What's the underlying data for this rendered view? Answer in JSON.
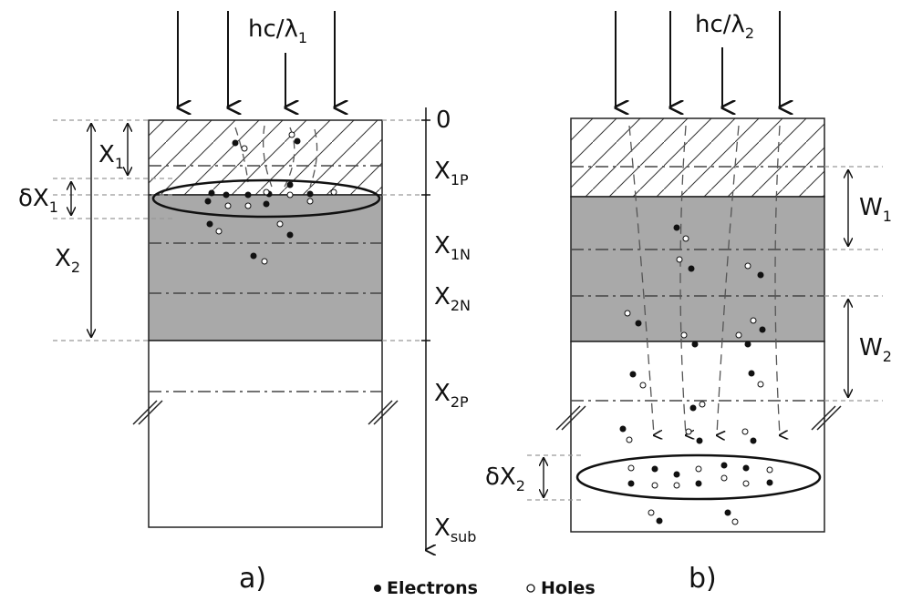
{
  "panel_a": {
    "label": "a)",
    "photon": {
      "main": "hc/λ",
      "sub": "1"
    },
    "dim_x1": {
      "main": "X",
      "sub": "1"
    },
    "dim_dx1": {
      "main": "δX",
      "sub": "1"
    },
    "dim_x2": {
      "main": "X",
      "sub": "2"
    }
  },
  "panel_b": {
    "label": "b)",
    "photon": {
      "main": "hc/λ",
      "sub": "2"
    },
    "dim_w1": {
      "main": "W",
      "sub": "1"
    },
    "dim_w2": {
      "main": "W",
      "sub": "2"
    },
    "dim_dx2": {
      "main": "δX",
      "sub": "2"
    }
  },
  "depth_axis": {
    "zero": "0",
    "x1p": {
      "main": "X",
      "sub": "1P"
    },
    "x1n": {
      "main": "X",
      "sub": "1N"
    },
    "x2n": {
      "main": "X",
      "sub": "2N"
    },
    "x2p": {
      "main": "X",
      "sub": "2P"
    },
    "xsub": {
      "main": "X",
      "sub": "sub"
    }
  },
  "legend": {
    "electrons": "Electrons",
    "holes": "Holes"
  },
  "colors": {
    "shaded_region": "#a9a9a9",
    "line": "#222222",
    "dashed_guide": "#999999"
  }
}
